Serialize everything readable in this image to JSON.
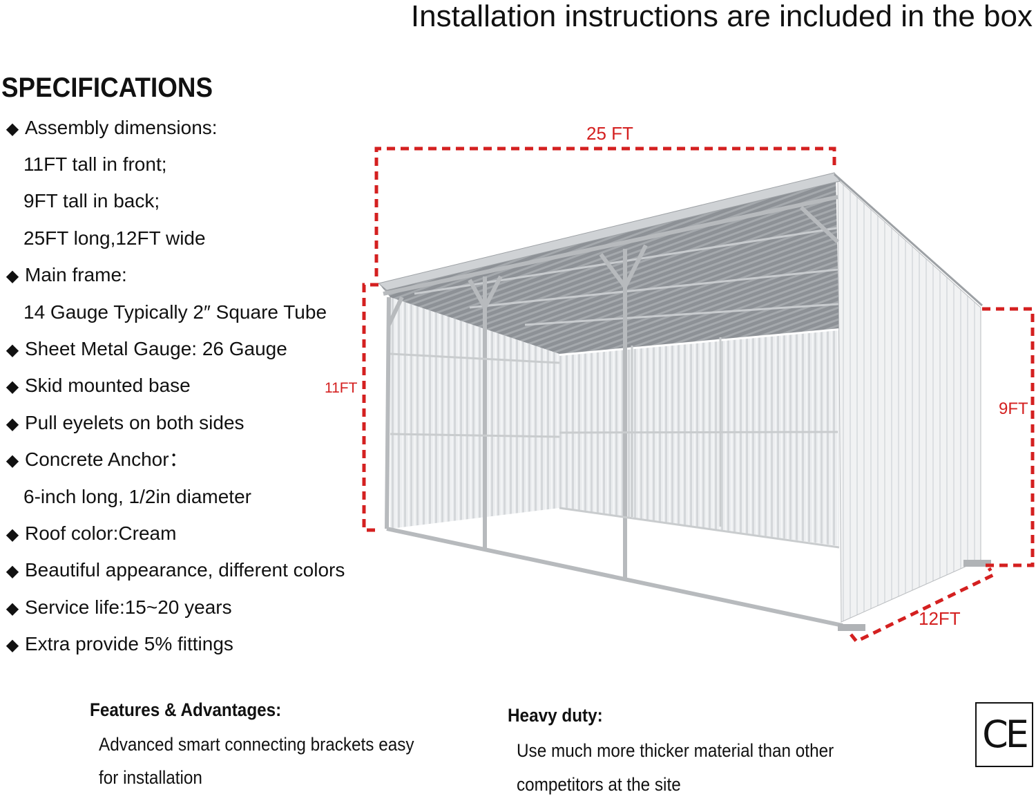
{
  "headline": "Installation instructions are included in the box",
  "specifications": {
    "title": "SPECIFICATIONS",
    "lines": [
      {
        "bullet": true,
        "text": "Assembly dimensions:"
      },
      {
        "bullet": false,
        "text": "11FT tall in front;"
      },
      {
        "bullet": false,
        "text": "9FT tall in back;"
      },
      {
        "bullet": false,
        "text": "25FT long,12FT wide"
      },
      {
        "bullet": true,
        "text": "Main frame:"
      },
      {
        "bullet": false,
        "text": "14 Gauge Typically 2″ Square Tube"
      },
      {
        "bullet": true,
        "text": "Sheet Metal Gauge: 26 Gauge"
      },
      {
        "bullet": true,
        "text": "Skid mounted base"
      },
      {
        "bullet": true,
        "text": "Pull eyelets on both sides"
      },
      {
        "bullet": true,
        "text": "Concrete Anchor："
      },
      {
        "bullet": false,
        "text": "6-inch long, 1/2in diameter"
      },
      {
        "bullet": true,
        "text": "Roof color:Cream"
      },
      {
        "bullet": true,
        "text": "Beautiful appearance, different colors"
      },
      {
        "bullet": true,
        "text": "Service life:15~20 years"
      },
      {
        "bullet": true,
        "text": "Extra provide 5% fittings"
      }
    ],
    "bullet_glyph": "◆"
  },
  "dimensions": {
    "length": "25 FT",
    "front_height": "11FT",
    "back_height": "9FT",
    "width": "12FT",
    "line_color": "#d42020"
  },
  "features": {
    "title": "Features & Advantages:",
    "text_line1": "Advanced smart connecting brackets easy",
    "text_line2": "for installation"
  },
  "heavy_duty": {
    "title": "Heavy duty:",
    "text_line1": "Use much more thicker material than other",
    "text_line2": "competitors at the site"
  },
  "certification": {
    "mark": "CE",
    "icon": "ce-mark-icon"
  }
}
